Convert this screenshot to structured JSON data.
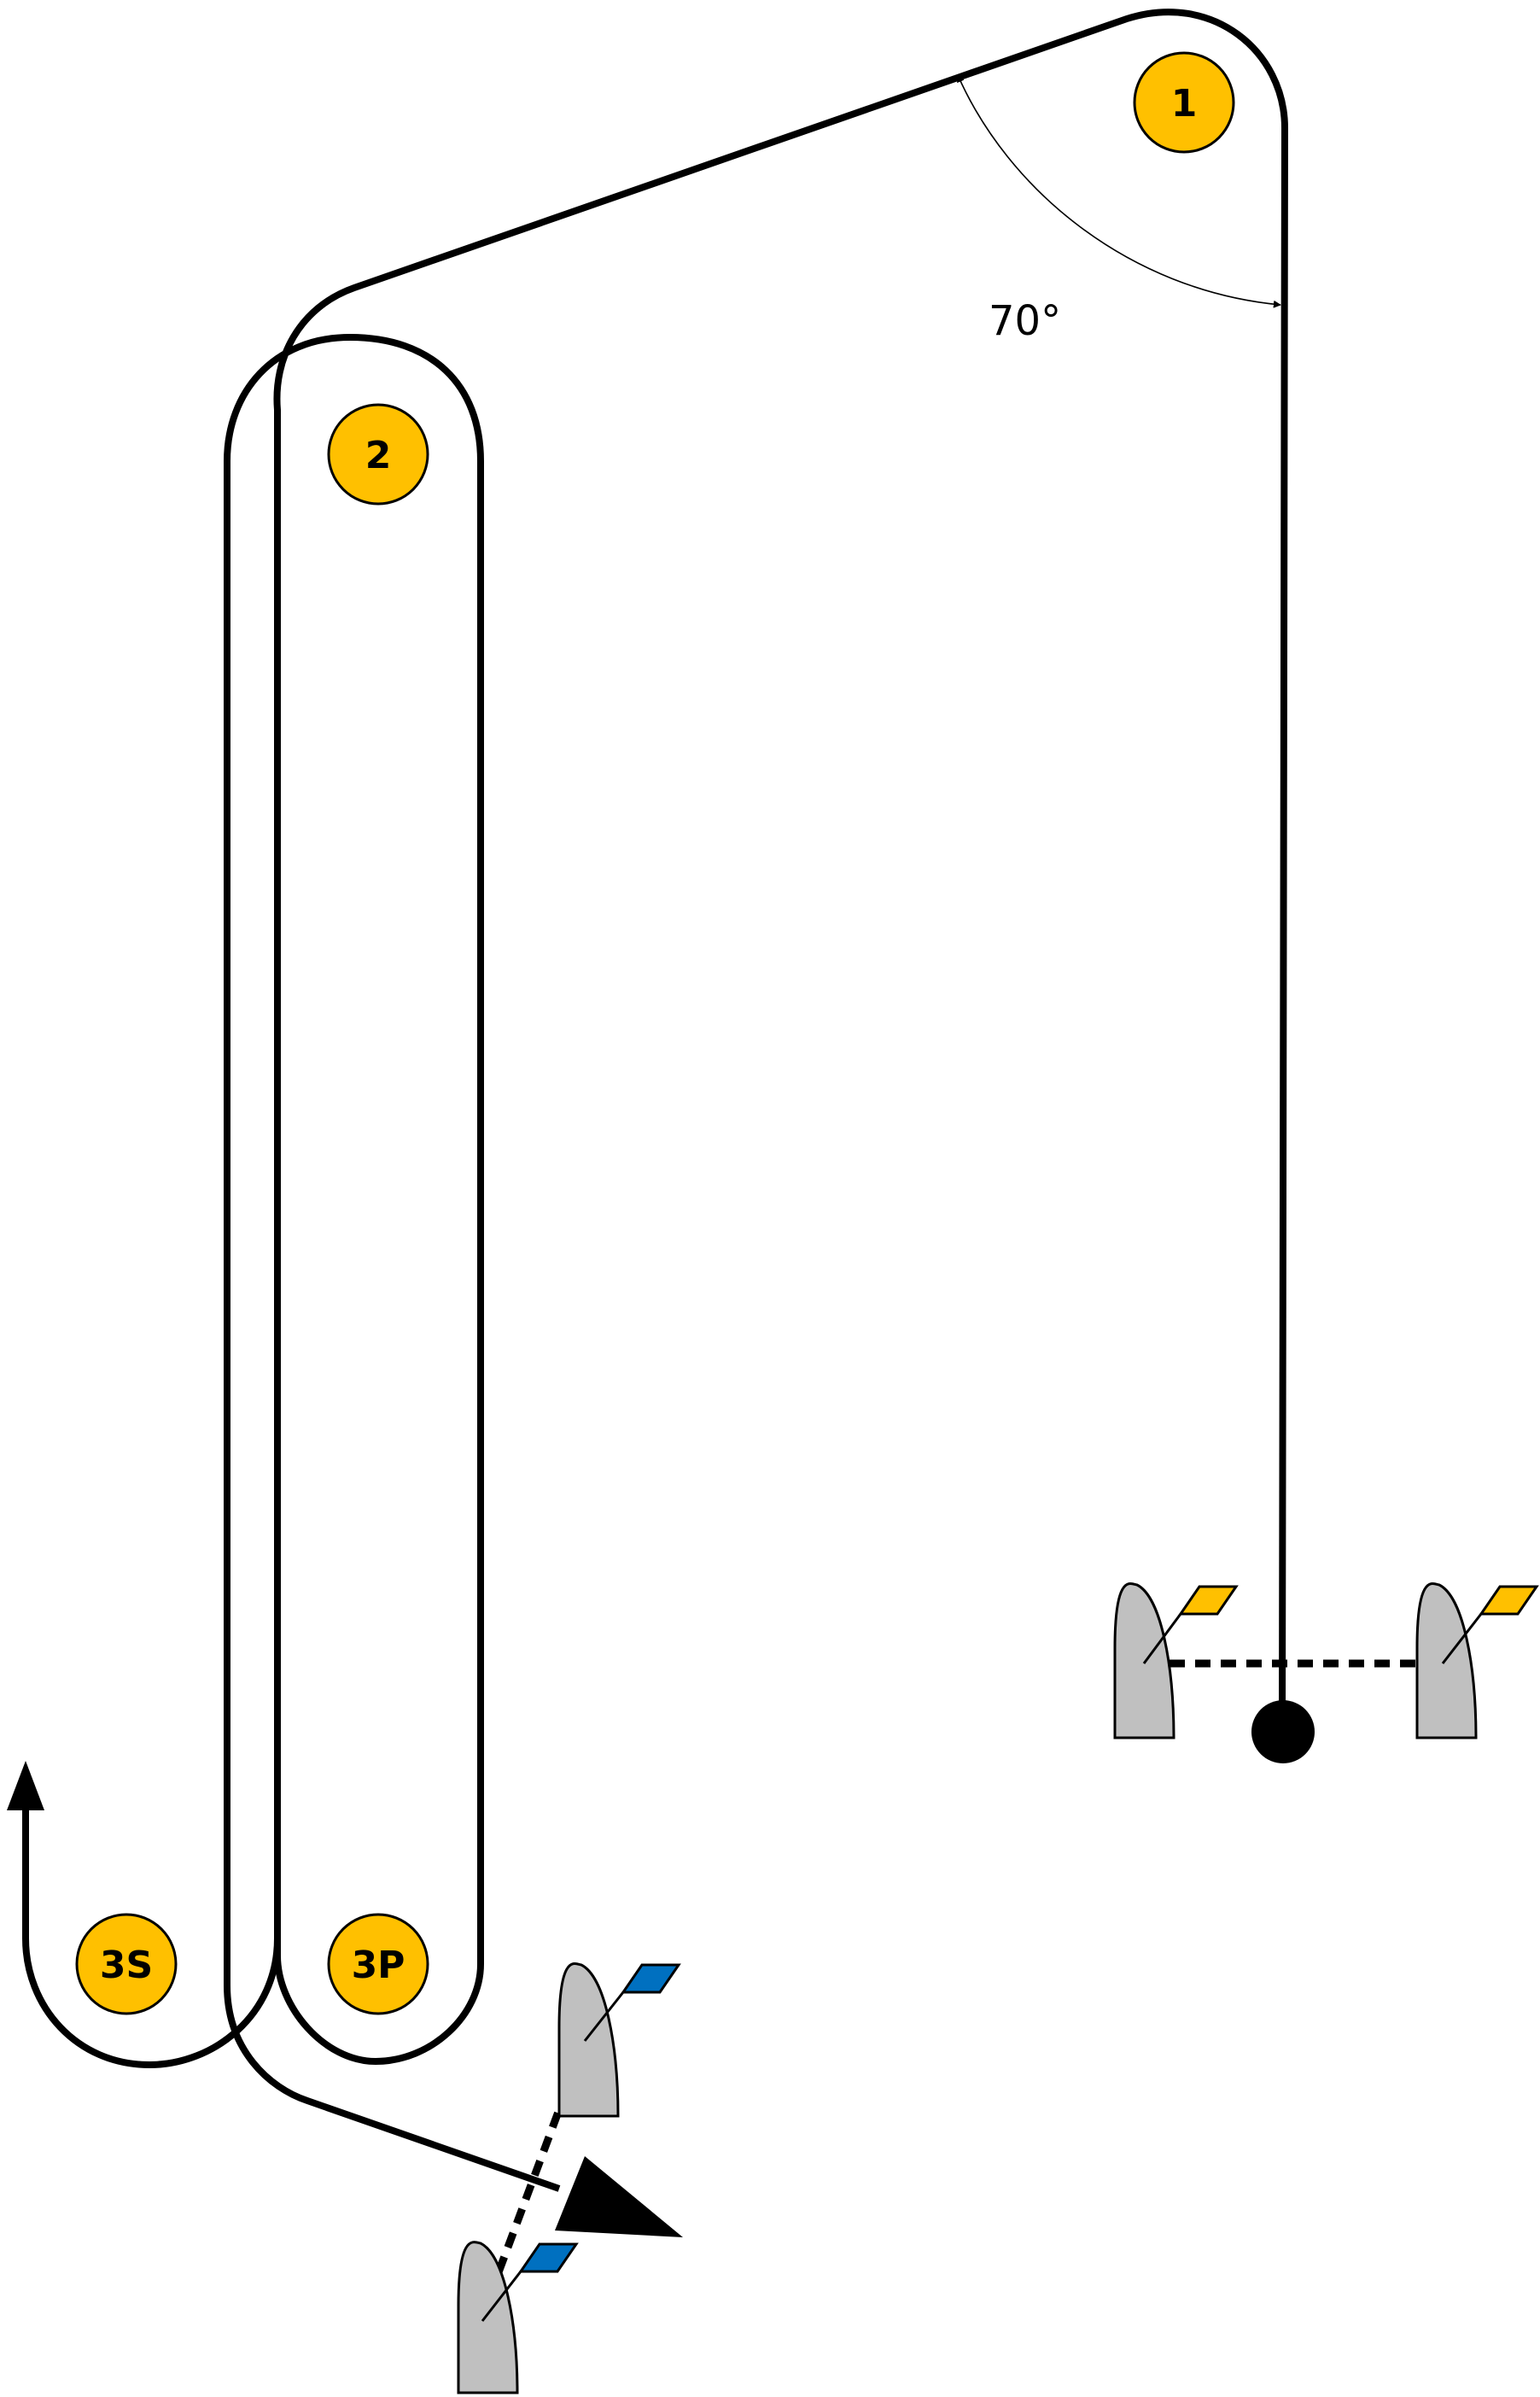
{
  "diagram": {
    "marks": [
      {
        "id": "1",
        "label": "1"
      },
      {
        "id": "2",
        "label": "2"
      },
      {
        "id": "3s",
        "label": "3S"
      },
      {
        "id": "3p",
        "label": "3P"
      }
    ],
    "angle_label": "70°",
    "colors": {
      "mark_fill": "#FFC000",
      "boat_fill": "#C0C0C0",
      "start_flag": "#FFC000",
      "finish_flag": "#0070C0",
      "line": "#000000"
    }
  }
}
